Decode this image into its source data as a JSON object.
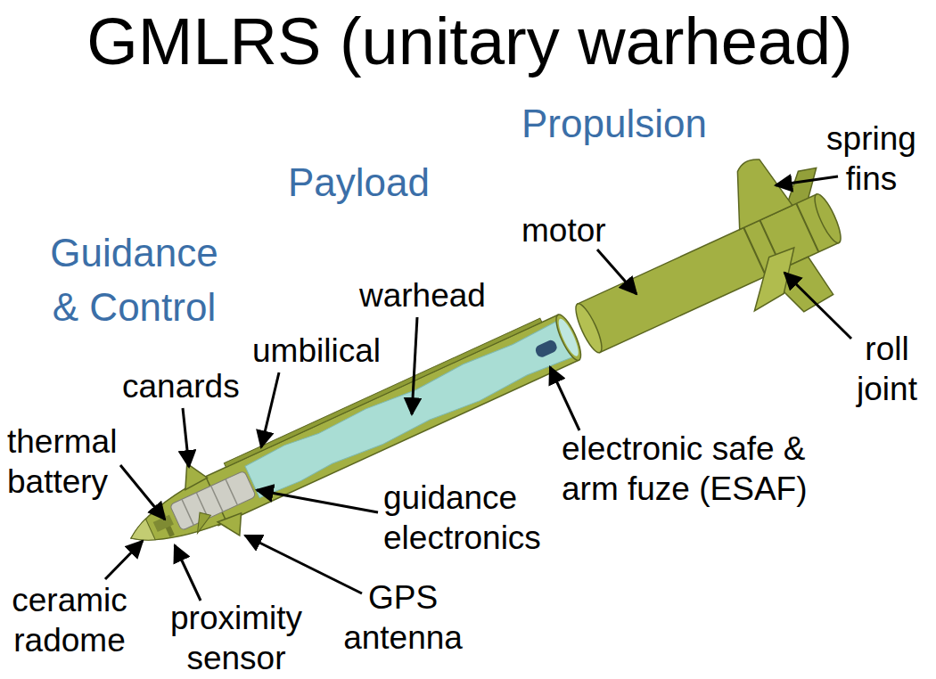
{
  "diagram": {
    "title": "GMLRS (unitary warhead)",
    "labels": [
      "Propulsion",
      "spring fins",
      "Payload",
      "motor",
      "Guidance & Control",
      "warhead",
      "roll joint",
      "umbilical",
      "canards",
      "thermal battery",
      "electronic safe & arm fuze (ESAF)",
      "guidance electronics",
      "GPS antenna",
      "ceramic radome",
      "proximity sensor"
    ]
  }
}
